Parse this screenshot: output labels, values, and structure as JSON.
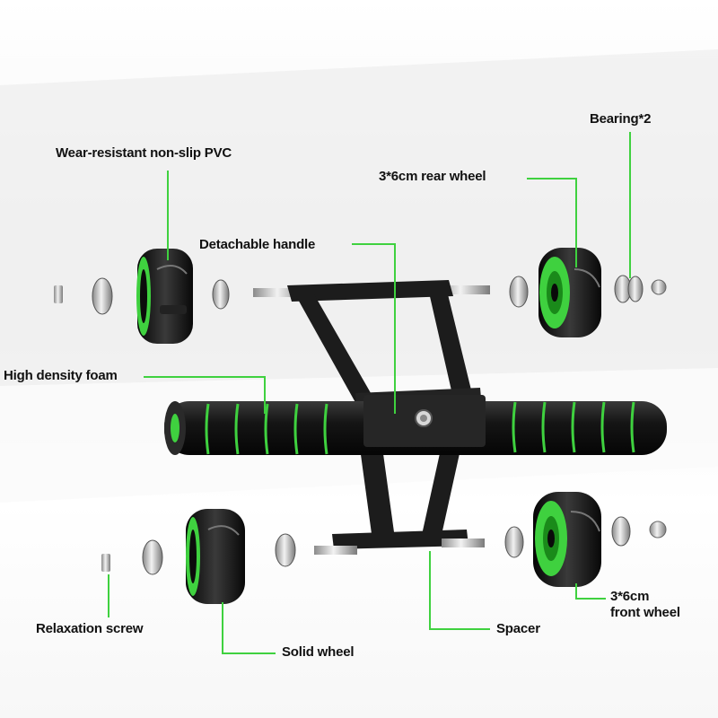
{
  "labels": {
    "bearing": "Bearing*2",
    "pvc": "Wear-resistant non-slip PVC",
    "rear_wheel": "3*6cm rear wheel",
    "handle": "Detachable handle",
    "foam": "High density foam",
    "front_wheel_line1": "3*6cm",
    "front_wheel_line2": "front wheel",
    "relaxation_screw": "Relaxation screw",
    "solid_wheel": "Solid wheel",
    "spacer": "Spacer"
  },
  "colors": {
    "accent_green": "#3fd13f",
    "wheel_black": "#141414",
    "frame_black": "#1c1c1c",
    "metal": "#c8c8c8"
  }
}
